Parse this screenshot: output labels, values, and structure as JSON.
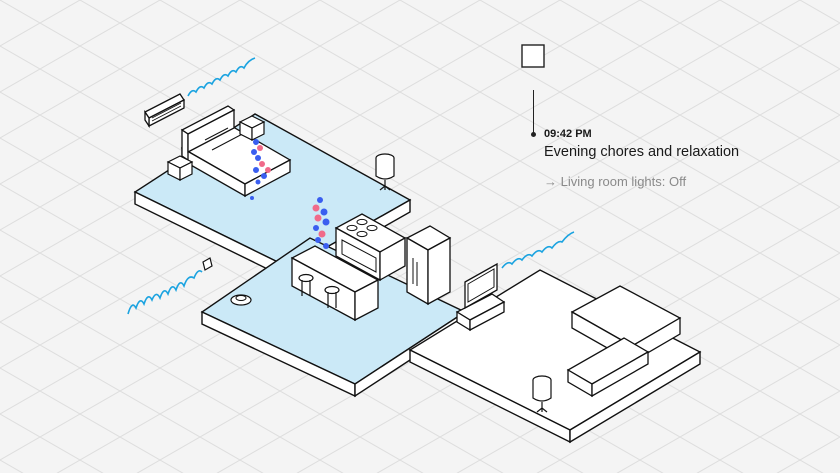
{
  "timeline": {
    "time": "09:42 PM",
    "event_title": "Evening chores and relaxation",
    "action": "→ Living room lights: Off"
  },
  "colors": {
    "background": "#f4f4f4",
    "grid": "#dedede",
    "active_floor": "#cbe9f7",
    "inactive_floor": "#ffffff",
    "outline": "#111111",
    "wave": "#1ba3e0",
    "person_blue": "#3a5ef0",
    "person_pink": "#f06a8a"
  },
  "icons": [
    "air-conditioner-icon",
    "sensor-box-icon",
    "tv-icon",
    "robot-vacuum-icon",
    "floor-lamp-icon"
  ]
}
